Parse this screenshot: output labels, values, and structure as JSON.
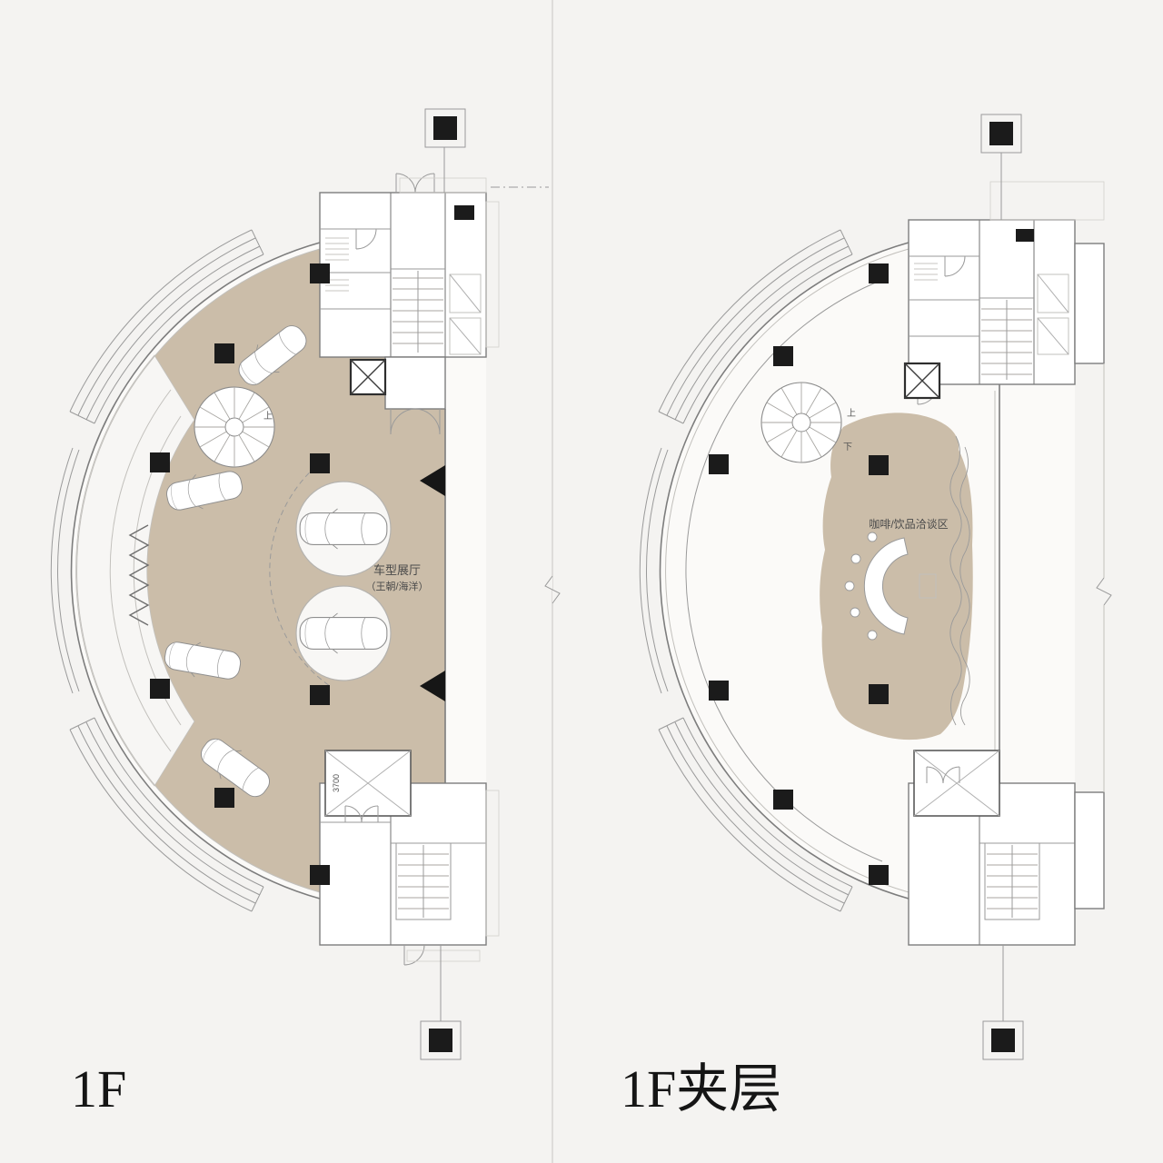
{
  "page": {
    "background": "#f4f3f1",
    "divider_color": "#c8c6c2"
  },
  "colors": {
    "floor_tan": "#cbbda9",
    "column_black": "#1b1b1b",
    "wall_gray": "#7d7d7d"
  },
  "left_plan": {
    "title": "1F",
    "showroom_label_line1": "车型展厅",
    "showroom_label_line2": "（王朝/海洋）",
    "spiral_stair_up": "上",
    "elevator_dimension": "3700"
  },
  "right_plan": {
    "title": "1F夹层",
    "lounge_label": "咖啡/饮品洽谈区",
    "spiral_stair_up": "上",
    "spiral_stair_down": "下"
  }
}
